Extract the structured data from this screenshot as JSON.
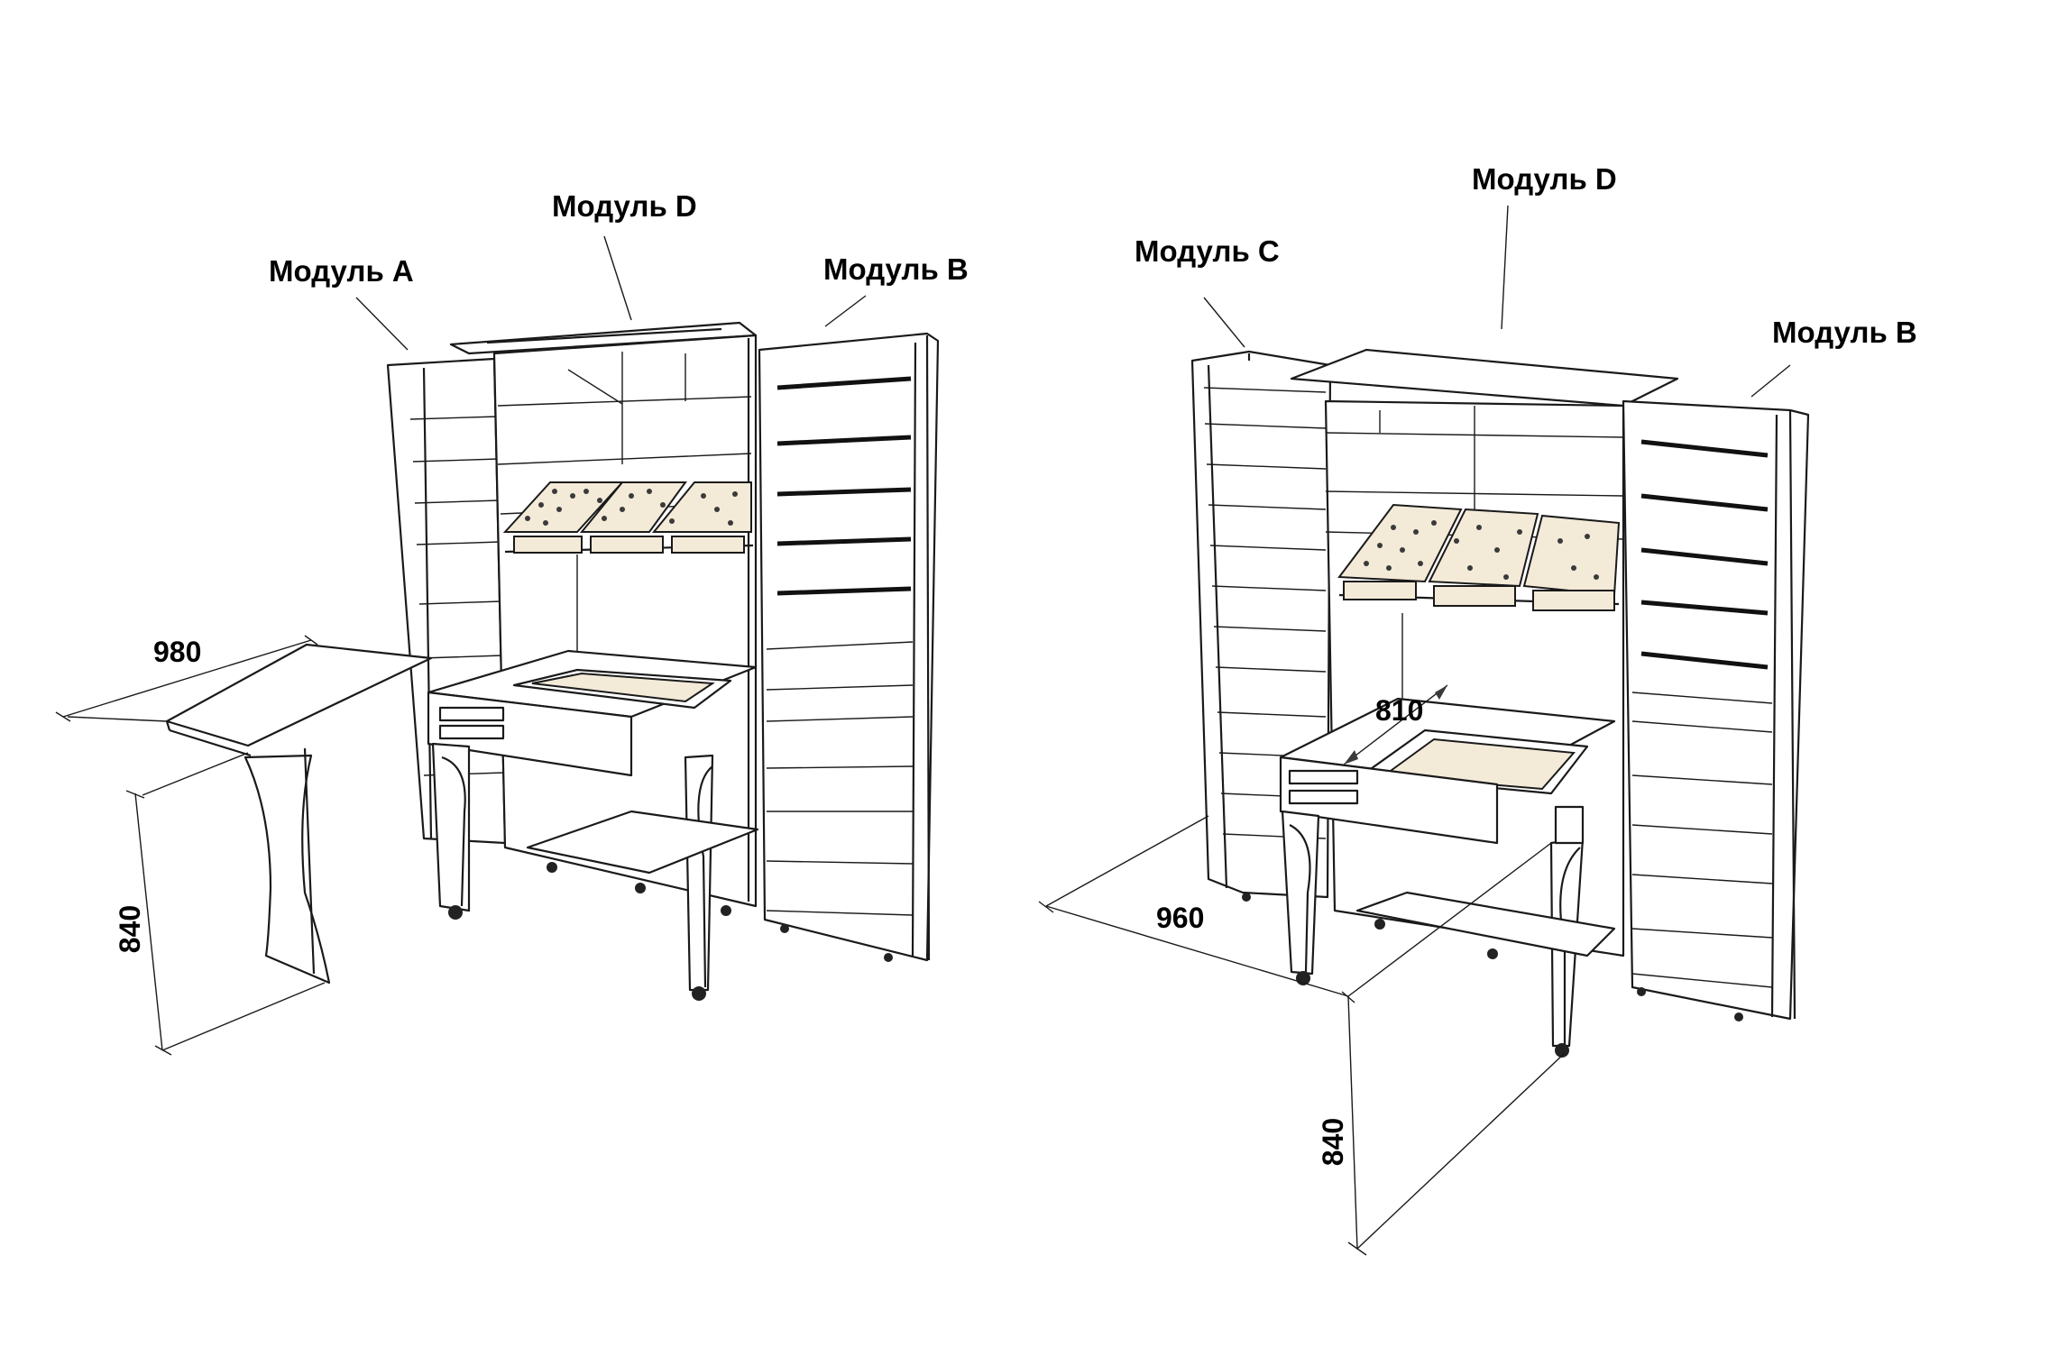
{
  "colors": {
    "line": "#1a1a1a",
    "tray_fill": "#f3ead8",
    "background": "#ffffff"
  },
  "left_view": {
    "labels": {
      "module_a": "Модуль A",
      "module_d": "Модуль D",
      "module_b": "Модуль B"
    },
    "dimensions": {
      "table_length": "980",
      "table_height": "840"
    }
  },
  "right_view": {
    "labels": {
      "module_c": "Модуль C",
      "module_d": "Модуль D",
      "module_b": "Модуль B"
    },
    "dimensions": {
      "table_depth": "810",
      "total_width": "960",
      "table_height": "840"
    }
  }
}
